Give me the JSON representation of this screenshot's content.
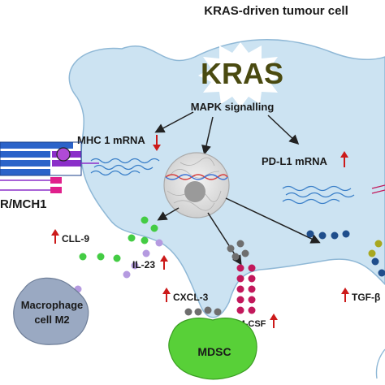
{
  "title": "KRAS-driven tumour cell",
  "labels": {
    "kras": "KRAS",
    "mapk": "MAPK signalling",
    "mhc1_mrna": "MHC 1 mRNA",
    "pdl1_mrna": "PD-L1 mRNA",
    "tcr_mch1": "R/MCH1",
    "cll9": "CLL-9",
    "il23": "IL-23",
    "cxcl3": "CXCL-3",
    "gmcsf": "GM-CSF",
    "tgfb": "TGF-β",
    "macrophage_line1": "Macrophage",
    "macrophage_line2": "cell  M2",
    "mdsc": "MDSC"
  },
  "colors": {
    "cell_fill": "#cce3f2",
    "cell_stroke": "#8fb8d6",
    "kras_text": "#4a4a10",
    "up_arrow": "#cc1a1a",
    "mrna_wave": "#3a7fc8",
    "dna_red": "#d63b3b",
    "dna_blue": "#3a6fd6",
    "nucleus_fill": "#e6e6e6",
    "green_dot": "#44cc44",
    "purple_dot": "#b59ae0",
    "grey_dot": "#6e6e6e",
    "crimson_dot": "#c2185b",
    "navy_dot": "#1f4e8c",
    "olive_dot": "#a8a820",
    "mdsc_fill": "#58d038",
    "macrophage_fill": "#9aa9c2",
    "tcr_blue": "#2b63c9",
    "tcr_purple": "#8b2fc9",
    "tcr_pink": "#e0208c"
  },
  "icons": {
    "up_arrow": "up-arrow-icon",
    "down_arrow": "down-arrow-icon"
  }
}
